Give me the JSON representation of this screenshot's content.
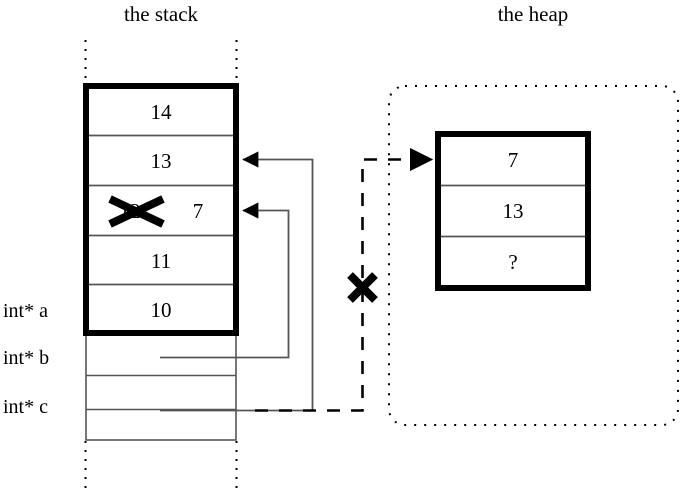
{
  "titles": {
    "stack": "the stack",
    "heap": "the heap"
  },
  "stack": {
    "cells": [
      {
        "value": "14",
        "struck": false,
        "new_value": ""
      },
      {
        "value": "13",
        "struck": false,
        "new_value": ""
      },
      {
        "value": "12",
        "struck": true,
        "new_value": "7"
      },
      {
        "value": "11",
        "struck": false,
        "new_value": ""
      },
      {
        "value": "10",
        "struck": false,
        "new_value": ""
      }
    ],
    "pointer_labels": [
      "int* a",
      "int* b",
      "int* c"
    ]
  },
  "heap": {
    "cells": [
      {
        "value": "7"
      },
      {
        "value": "13"
      },
      {
        "value": "?"
      }
    ]
  },
  "marks": {
    "invalidated_pointer": "X",
    "struck_value": "X"
  },
  "colors": {
    "ink": "#000000",
    "paper": "#ffffff",
    "rule": "#555555"
  }
}
